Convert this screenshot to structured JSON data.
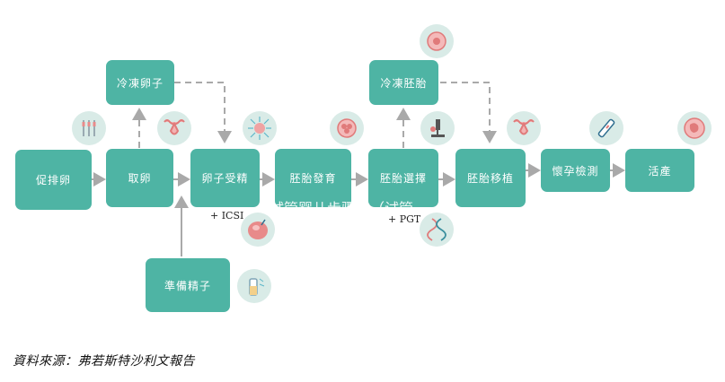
{
  "nodes": {
    "ovulation": "促排卵",
    "retrieval": "取卵",
    "freeze_egg": "冷凍卵子",
    "fertilization": "卵子受精",
    "embryo_dev": "胚胎發育",
    "freeze_embryo": "冷凍胚胎",
    "selection": "胚胎選擇",
    "transfer": "胚胎移植",
    "pregnancy_test": "懷孕檢測",
    "birth": "活產",
    "sperm_prep": "準備精子"
  },
  "notes": {
    "icsi": "+ ICSI",
    "pgt": "+ PGT"
  },
  "watermark": "试管婴儿步骤成（试管",
  "source": "資料來源：弗若斯特沙利文報告",
  "colors": {
    "box": "#4eb4a4",
    "icon_bg": "#d9ebe7",
    "arrow": "#a9a9a9"
  },
  "icons": [
    "syringes-icon",
    "uterus-icon",
    "sperm-egg-icon",
    "embryo-icon",
    "egg-cell-icon",
    "microscope-icon",
    "dna-icon",
    "uterus-icon",
    "pregnancy-test-icon",
    "fetus-icon",
    "egg-dish-icon",
    "sperm-vial-icon"
  ]
}
